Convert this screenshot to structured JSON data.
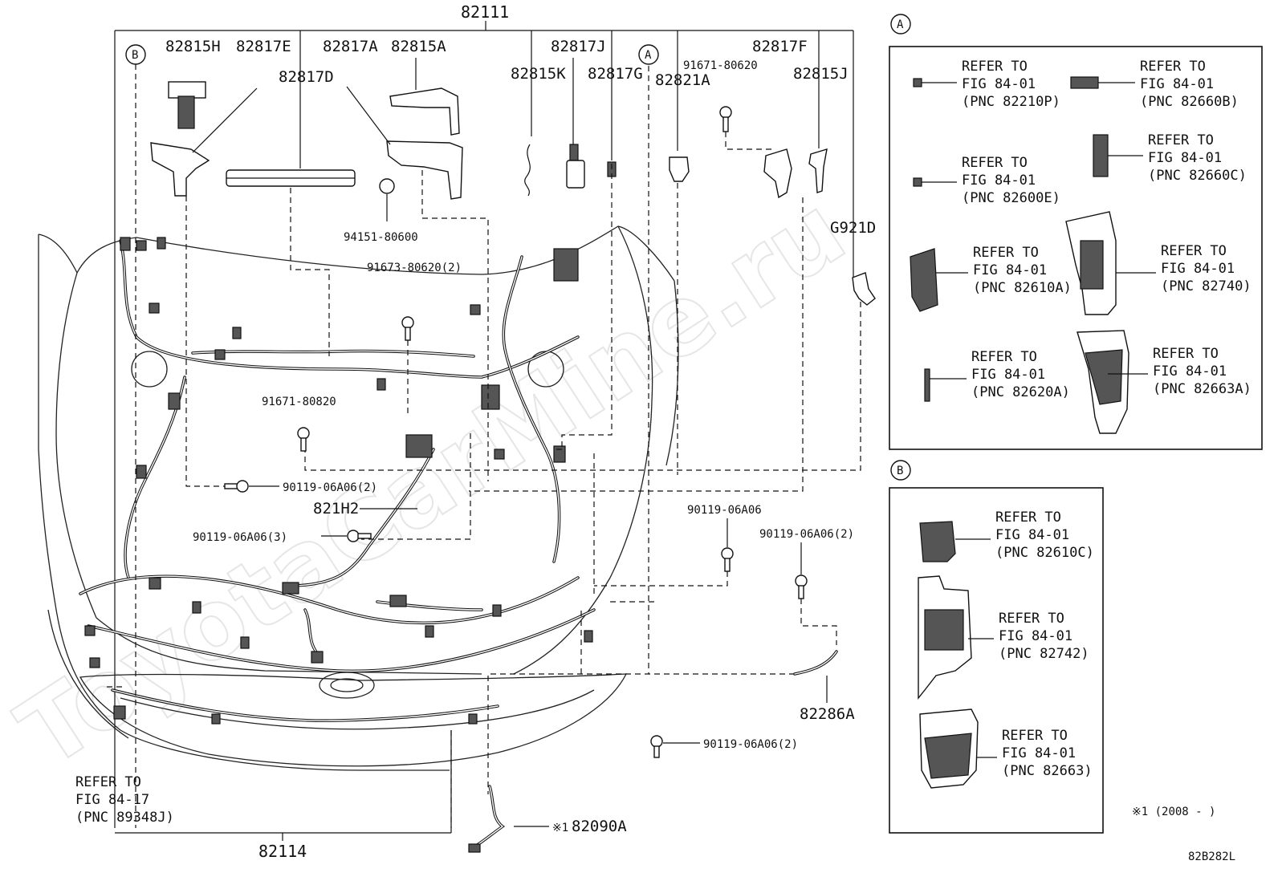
{
  "diagram_id": "82B282L",
  "watermark": "ToyotaCarMine.ru",
  "footnote": "※1 (2008 -   )",
  "main_harness": "82111",
  "front_harness": "82114",
  "labels": {
    "p82815H": "82815H",
    "p82817E": "82817E",
    "p82817A": "82817A",
    "p82815A": "82815A",
    "p82817D": "82817D",
    "p82817J": "82817J",
    "p82815K": "82815K",
    "p82817G": "82817G",
    "p82821A": "82821A",
    "p82817F": "82817F",
    "p82815J": "82815J",
    "pG921D": "G921D",
    "p821H2": "821H2",
    "p82286A": "82286A",
    "p82090A": "82090A",
    "p82090A_mark": "※1",
    "b91671_80620": "91671-80620",
    "b94151_80600": "94151-80600",
    "b91673_80620": "91673-80620(2)",
    "b91671_80820": "91671-80820",
    "b90119_2a": "90119-06A06(2)",
    "b90119_3": "90119-06A06(3)",
    "b90119_1": "90119-06A06",
    "b90119_2b": "90119-06A06(2)",
    "b90119_2c": "90119-06A06(2)"
  },
  "markers": {
    "A": "A",
    "B": "B"
  },
  "refer_main": {
    "line1": "REFER TO",
    "line2": "FIG 84-17",
    "line3": "(PNC 89348J)"
  },
  "panel_a": {
    "marker": "A",
    "refs": [
      {
        "line1": "REFER TO",
        "line2": "FIG 84-01",
        "line3": "(PNC 82210P)"
      },
      {
        "line1": "REFER TO",
        "line2": "FIG 84-01",
        "line3": "(PNC 82660B)"
      },
      {
        "line1": "REFER TO",
        "line2": "FIG 84-01",
        "line3": "(PNC 82600E)"
      },
      {
        "line1": "REFER TO",
        "line2": "FIG 84-01",
        "line3": "(PNC 82660C)"
      },
      {
        "line1": "REFER TO",
        "line2": "FIG 84-01",
        "line3": "(PNC 82610A)"
      },
      {
        "line1": "REFER TO",
        "line2": "FIG 84-01",
        "line3": "(PNC 82740)"
      },
      {
        "line1": "REFER TO",
        "line2": "FIG 84-01",
        "line3": "(PNC 82620A)"
      },
      {
        "line1": "REFER TO",
        "line2": "FIG 84-01",
        "line3": "(PNC 82663A)"
      }
    ]
  },
  "panel_b": {
    "marker": "B",
    "refs": [
      {
        "line1": "REFER TO",
        "line2": "FIG 84-01",
        "line3": "(PNC 82610C)"
      },
      {
        "line1": "REFER TO",
        "line2": "FIG 84-01",
        "line3": "(PNC 82742)"
      },
      {
        "line1": "REFER TO",
        "line2": "FIG 84-01",
        "line3": "(PNC 82663)"
      }
    ]
  }
}
